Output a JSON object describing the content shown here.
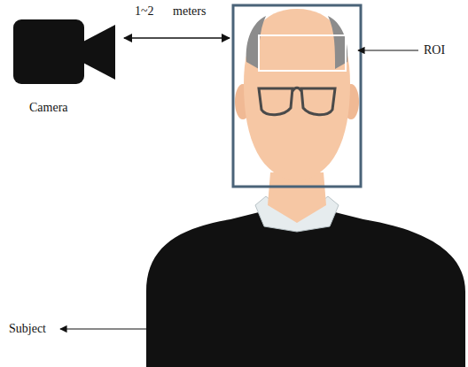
{
  "diagram": {
    "labels": [
      "1~2 meters",
      "Camera",
      "ROI",
      "Subject"
    ]
  }
}
